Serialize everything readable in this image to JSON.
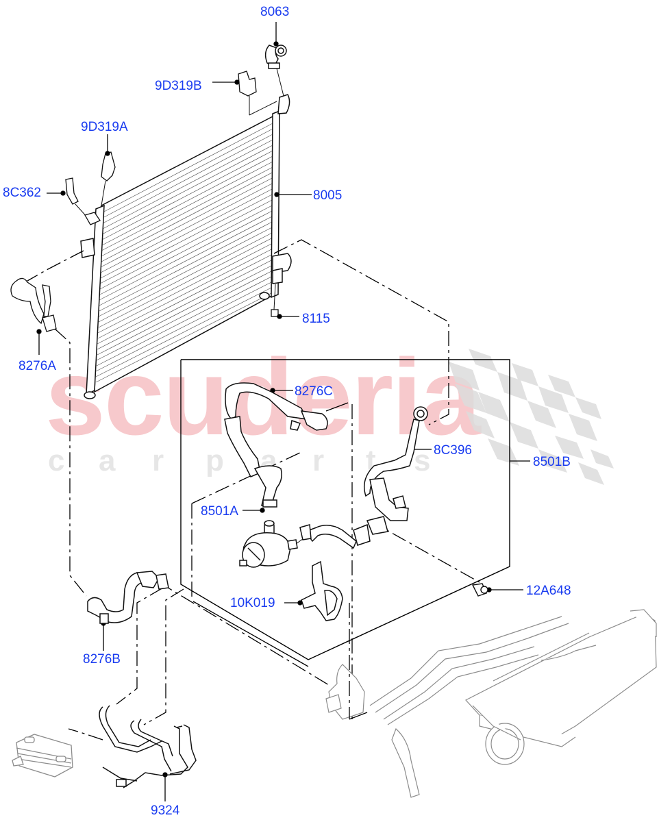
{
  "watermark": {
    "main": "scuderia",
    "sub": [
      "c",
      "a",
      "r",
      "p",
      "a",
      "r",
      "t",
      "s"
    ],
    "main_color": "#f7c9cc",
    "sub_color": "#e6e6e6",
    "flag_color": "#dcdcdc"
  },
  "colors": {
    "label": "#1a3cf0",
    "line": "#000000",
    "part_stroke": "#111111",
    "ghost_stroke": "#8c8c8c"
  },
  "callouts": [
    {
      "id": "8063",
      "label": "8063",
      "part": "Condenser hose connector"
    },
    {
      "id": "9D319B",
      "label": "9D319B",
      "part": "Upper right bracket"
    },
    {
      "id": "9D319A",
      "label": "9D319A",
      "part": "Upper left bracket"
    },
    {
      "id": "8C362",
      "label": "8C362",
      "part": "Left upper hose"
    },
    {
      "id": "8005",
      "label": "8005",
      "part": "Radiator / condenser"
    },
    {
      "id": "8115",
      "label": "8115",
      "part": "Drain plug"
    },
    {
      "id": "8276A",
      "label": "8276A",
      "part": "Left lower hose"
    },
    {
      "id": "8276C",
      "label": "8276C",
      "part": "Hose to pump"
    },
    {
      "id": "8C396",
      "label": "8C396",
      "part": "Return hose"
    },
    {
      "id": "8501B",
      "label": "8501B",
      "part": "Pump assembly group"
    },
    {
      "id": "8501A",
      "label": "8501A",
      "part": "Auxiliary water pump"
    },
    {
      "id": "10K019",
      "label": "10K019",
      "part": "Pump bracket"
    },
    {
      "id": "12A648",
      "label": "12A648",
      "part": "Temperature sensor"
    },
    {
      "id": "8276B",
      "label": "8276B",
      "part": "Lower hose"
    },
    {
      "id": "9324",
      "label": "9324",
      "part": "Oil cooler pipes"
    }
  ]
}
